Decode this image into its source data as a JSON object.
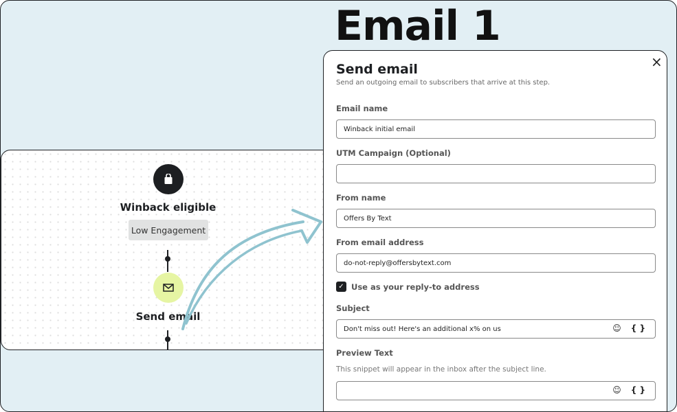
{
  "heading": "Email 1",
  "canvas": {
    "trigger": {
      "title": "Winback eligible",
      "tag": "Low Engagement",
      "icon": "shopping-bag-icon"
    },
    "action": {
      "title": "Send email",
      "icon": "envelope-icon"
    }
  },
  "panel": {
    "title": "Send email",
    "subtitle": "Send an outgoing email to subscribers that arrive at this step.",
    "close": "×",
    "fields": {
      "email_name": {
        "label": "Email name",
        "value": "Winback initial email"
      },
      "utm": {
        "label": "UTM Campaign (Optional)",
        "value": ""
      },
      "from_name": {
        "label": "From name",
        "value": "Offers By Text"
      },
      "from_email": {
        "label": "From email address",
        "value": "do-not-reply@offersbytext.com"
      },
      "reply_to": {
        "label": "Use as your reply-to address",
        "checked": true
      },
      "subject": {
        "label": "Subject",
        "value": "Don't miss out! Here's an additional x% on us"
      },
      "preview": {
        "label": "Preview Text",
        "help": "This snippet will appear in the inbox after the subject line.",
        "value": ""
      }
    },
    "emoji_icon": "☺",
    "variable_icon": "{ }"
  },
  "colors": {
    "background": "#e2eff4",
    "arrow": "#8fc3cf",
    "email_node": "#e6f5a3"
  }
}
